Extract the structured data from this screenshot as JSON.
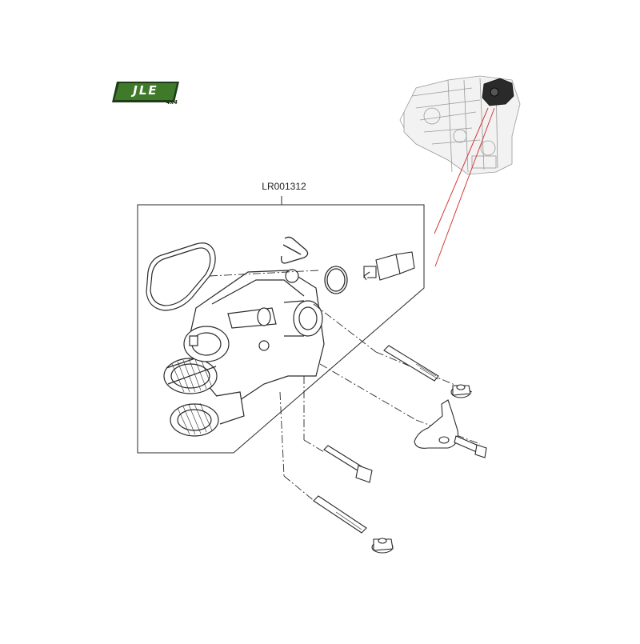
{
  "logo": {
    "text": "JLE",
    "sub": "4x4"
  },
  "assembly": {
    "part_number": "LR001312"
  },
  "colors": {
    "logo_green": "#3f7a2b",
    "logo_dark": "#1e3d16",
    "leader_red": "#d23b3b",
    "line": "#2a2a2a"
  },
  "icons": [
    "engine-locator-thumbnail",
    "thermostat-housing",
    "gasket",
    "retaining-clip",
    "o-ring",
    "temperature-sensor",
    "long-bolt",
    "flange-nut",
    "bracket",
    "hex-bolt"
  ]
}
